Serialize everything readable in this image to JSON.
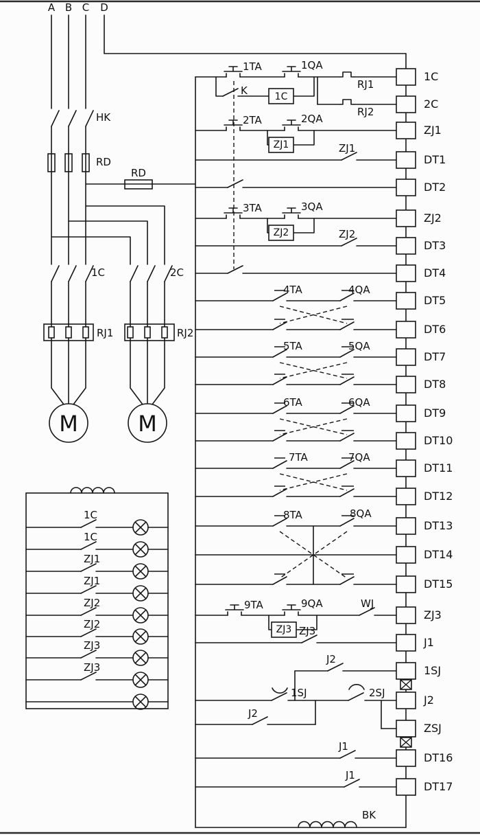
{
  "power": {
    "a": "A",
    "b": "B",
    "c": "C",
    "d": "D",
    "hk": "HK",
    "rd_main": "RD",
    "rd_ctrl": "RD",
    "c1": "1C",
    "c2": "2C",
    "rj1": "RJ1",
    "rj2": "RJ2",
    "m1": "M",
    "m2": "M"
  },
  "lamps": [
    "1C",
    "1C",
    "ZJ1",
    "ZJ1",
    "ZJ2",
    "ZJ2",
    "ZJ3",
    "ZJ3"
  ],
  "ladder": {
    "ta1": "1TA",
    "qa1": "1QA",
    "k": "K",
    "box1c": "1C",
    "rj1": "RJ1",
    "rj2": "RJ2",
    "ta2": "2TA",
    "qa2": "2QA",
    "boxzj1": "ZJ1",
    "zj1": "ZJ1",
    "ta3": "3TA",
    "qa3": "3QA",
    "boxzj2": "ZJ2",
    "zj2": "ZJ2",
    "ta4": "4TA",
    "qa4": "4QA",
    "ta5": "5TA",
    "qa5": "5QA",
    "ta6": "6TA",
    "qa6": "6QA",
    "ta7": "7TA",
    "qa7": "7QA",
    "ta8": "8TA",
    "qa8": "8QA",
    "ta9": "9TA",
    "qa9": "9QA",
    "boxzj3": "ZJ3",
    "wj": "WJ",
    "zj3": "ZJ3",
    "j2a": "J2",
    "sj1": "1SJ",
    "sj2": "2SJ",
    "j2b": "J2",
    "j1a": "J1",
    "j1b": "J1",
    "bk": "BK"
  },
  "coils": [
    "1C",
    "2C",
    "ZJ1",
    "DT1",
    "DT2",
    "ZJ2",
    "DT3",
    "DT4",
    "DT5",
    "DT6",
    "DT7",
    "DT8",
    "DT9",
    "DT10",
    "DT11",
    "DT12",
    "DT13",
    "DT14",
    "DT15",
    "ZJ3",
    "J1",
    "1SJ",
    "J2",
    "ZSJ",
    "DT16",
    "DT17"
  ]
}
